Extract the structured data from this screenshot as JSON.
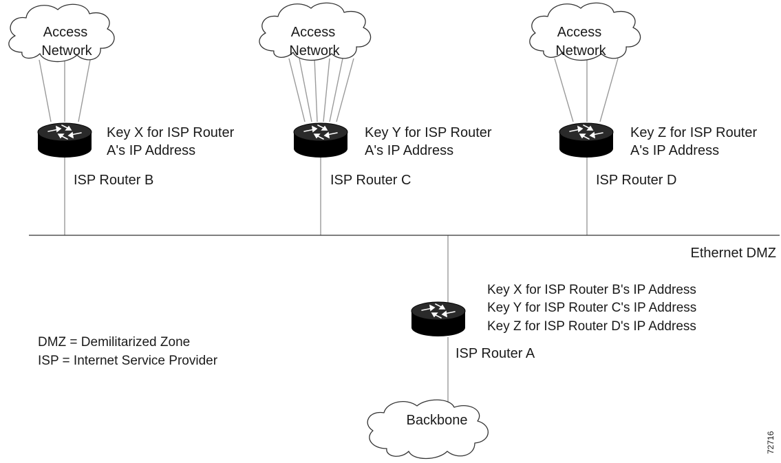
{
  "clouds": {
    "b": {
      "line1": "Access",
      "line2": "Network"
    },
    "c": {
      "line1": "Access",
      "line2": "Network"
    },
    "d": {
      "line1": "Access",
      "line2": "Network"
    },
    "backbone": "Backbone"
  },
  "routers": {
    "b": {
      "name": "ISP Router B",
      "key_line1": "Key X for ISP Router",
      "key_line2": "A's IP Address"
    },
    "c": {
      "name": "ISP Router C",
      "key_line1": "Key Y for ISP Router",
      "key_line2": "A's IP Address"
    },
    "d": {
      "name": "ISP Router D",
      "key_line1": "Key Z for ISP Router",
      "key_line2": "A's IP Address"
    },
    "a": {
      "name": "ISP Router A",
      "keys": [
        "Key X for ISP Router B's IP Address",
        "Key Y for ISP Router C's IP Address",
        "Key Z for ISP Router D's IP Address"
      ]
    }
  },
  "segment_label": "Ethernet DMZ",
  "legend": [
    "DMZ = Demilitarized Zone",
    "ISP = Internet Service Provider"
  ],
  "figure_id": "72716",
  "colors": {
    "line": "#9a9a9a",
    "router_top": "#2a2a2a",
    "router_body": "#000000"
  },
  "icons": [
    "cloud-icon",
    "router-icon"
  ]
}
